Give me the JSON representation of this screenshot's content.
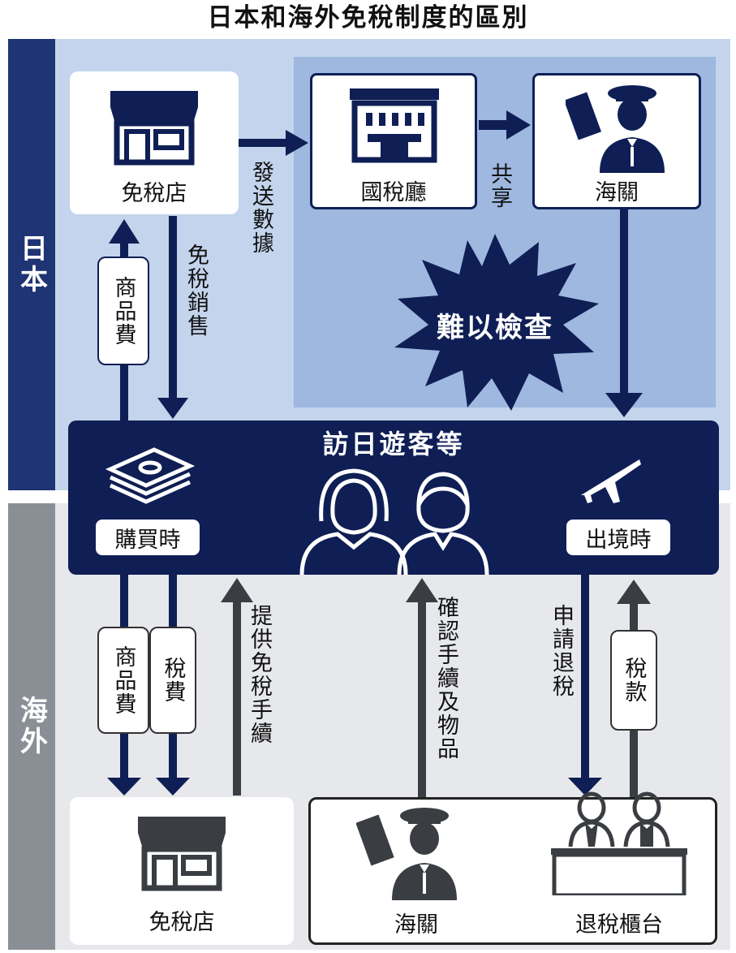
{
  "title": "日本和海外免稅制度的區別",
  "regions": {
    "japan": "日本",
    "overseas": "海外"
  },
  "japan": {
    "shop": "免稅店",
    "tax_agency": "國稅廳",
    "customs": "海關",
    "send_data": "發送數據",
    "share": "共享",
    "hard_to_check": "難以檢查",
    "goods_fee": "商品費",
    "dutyfree_sale": "免稅銷售"
  },
  "visitor": {
    "title": "訪日遊客等",
    "at_purchase": "購買時",
    "at_departure": "出境時"
  },
  "overseas": {
    "goods_fee": "商品費",
    "tax_fee": "稅費",
    "provide_procedure": "提供免稅手續",
    "confirm_procedure": "確認手續及物品",
    "apply_refund": "申請退稅",
    "tax_payment": "稅款",
    "shop": "免稅店",
    "customs": "海關",
    "refund_counter": "退稅櫃台"
  },
  "colors": {
    "navy": "#0f1f55",
    "japan_bg": "#c3d4ec",
    "overseas_bg": "#e6e8eb",
    "grey_dark": "#3a3d42"
  },
  "icons": [
    "store-icon",
    "building-icon",
    "customs-officer-icon",
    "money-stack-icon",
    "airplane-icon",
    "visitors-icon",
    "refund-staff-icon"
  ]
}
